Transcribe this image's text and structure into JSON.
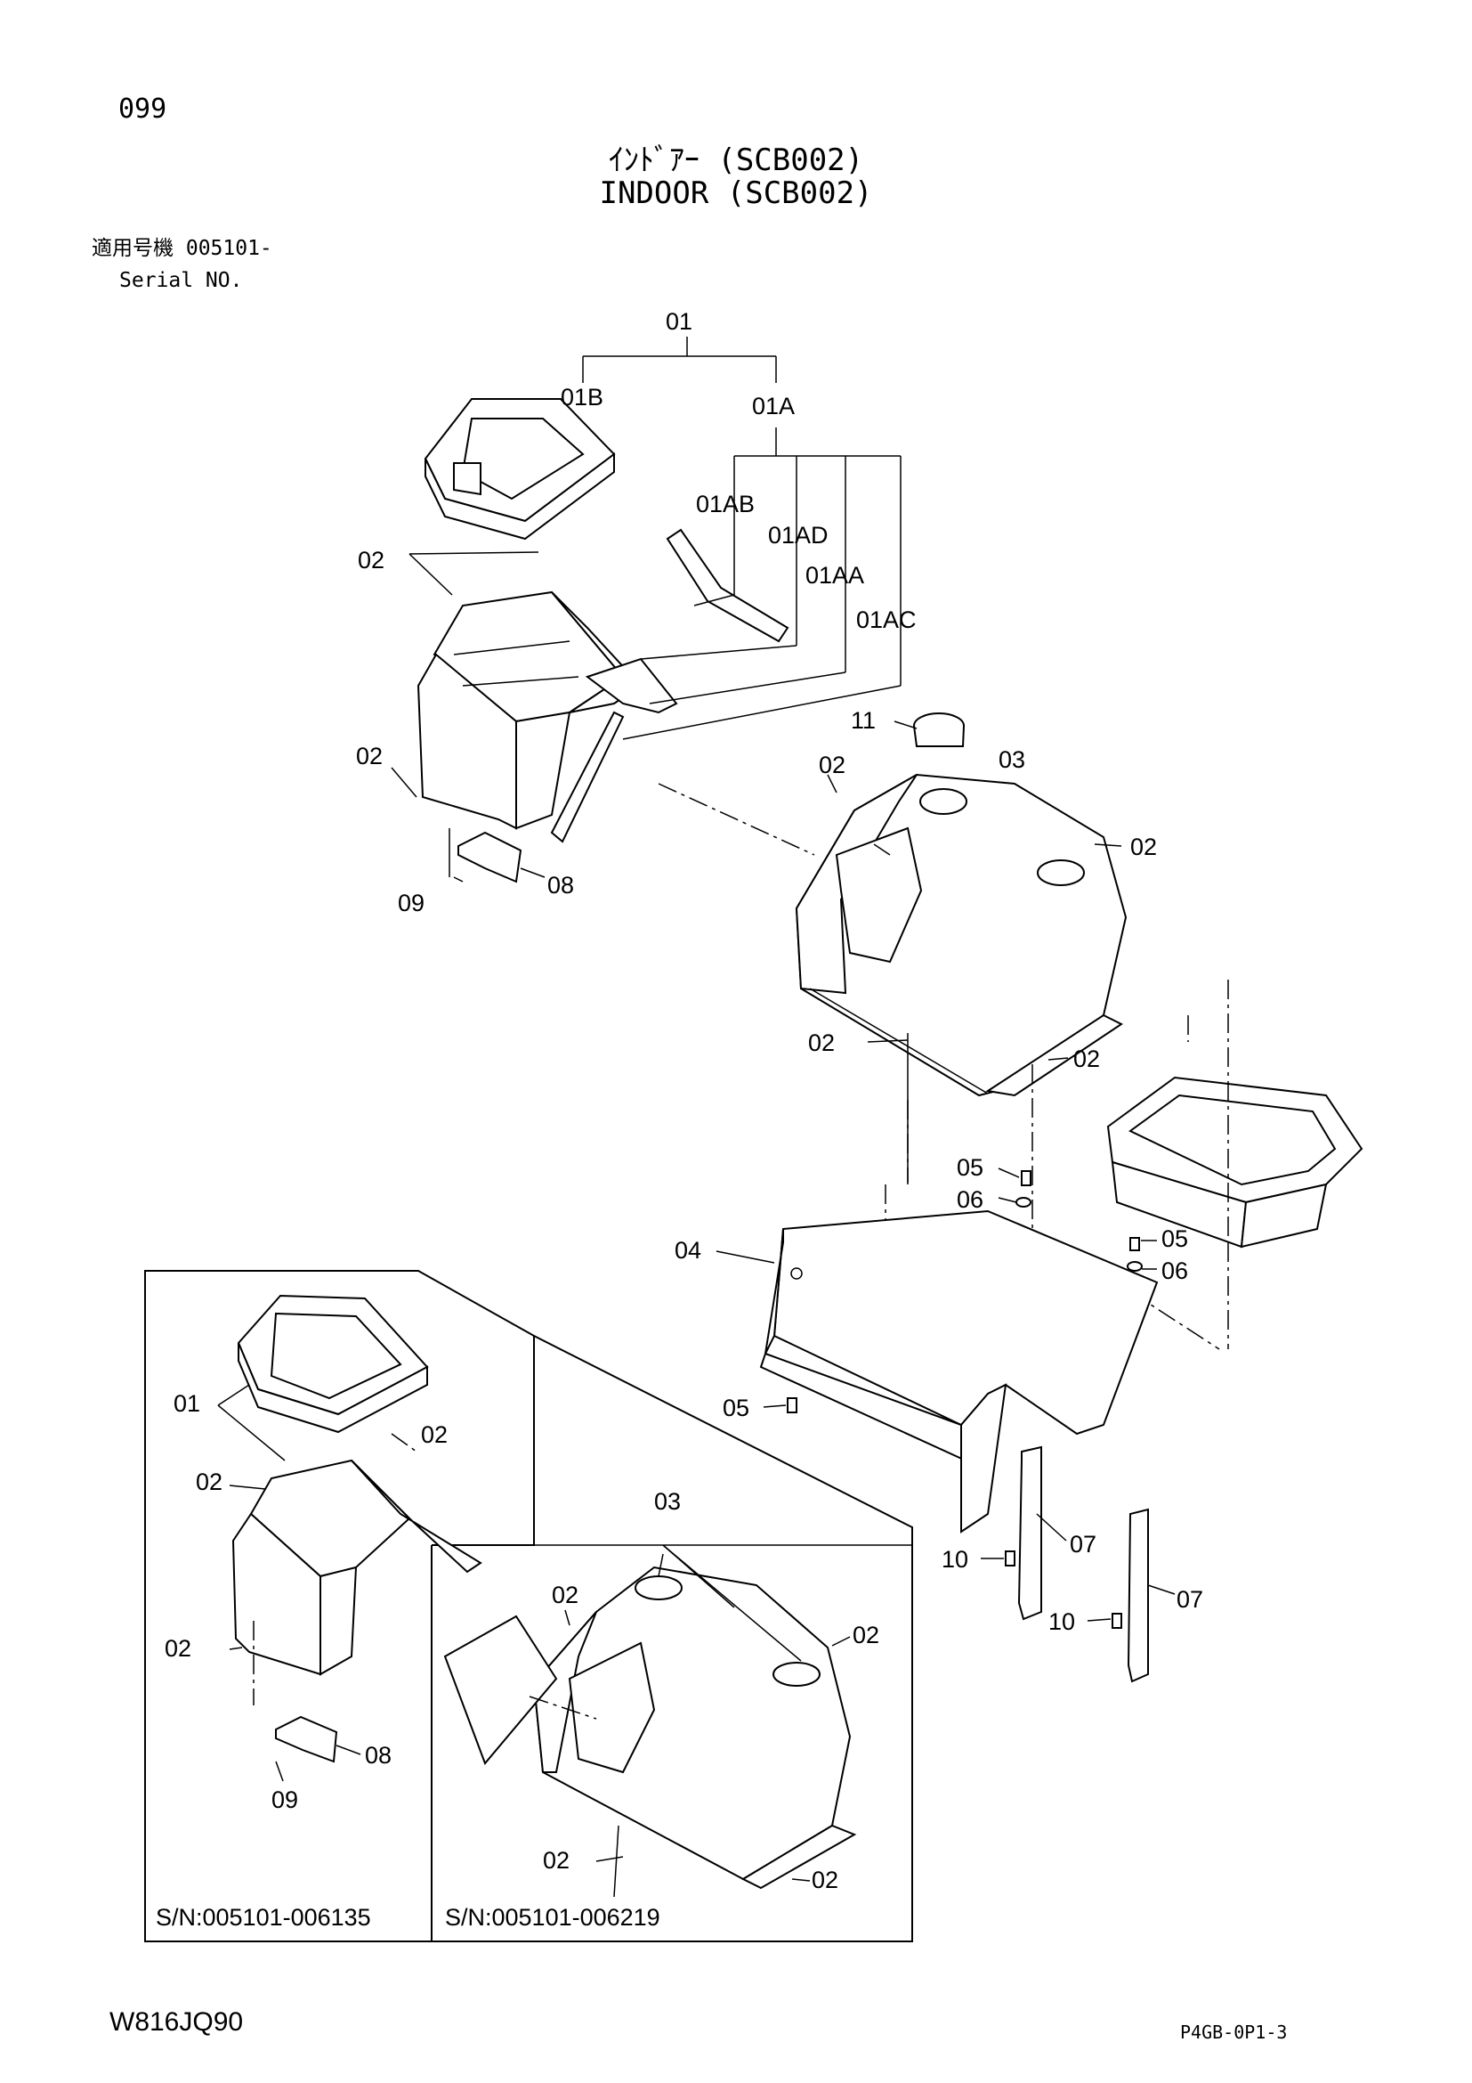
{
  "page": {
    "page_number": "099",
    "title_jp": "ｲﾝﾄﾞｱｰ (SCB002)",
    "title_en": "INDOOR (SCB002)",
    "serial_jp": "適用号機 005101-",
    "serial_en": "Serial NO.",
    "footer_left": "W816JQ90",
    "footer_right": "P4GB-0P1-3"
  },
  "callouts": {
    "c01": "01",
    "c01B": "01B",
    "c01A": "01A",
    "c01AB": "01AB",
    "c01AD": "01AD",
    "c01AA": "01AA",
    "c01AC": "01AC",
    "c02a": "02",
    "c02b": "02",
    "c02c": "02",
    "c02d": "02",
    "c02e": "02",
    "c02f": "02",
    "c11": "11",
    "c03": "03",
    "c08": "08",
    "c09": "09",
    "c05a": "05",
    "c06a": "06",
    "c05b": "05",
    "c06b": "06",
    "c04": "04",
    "c05c": "05",
    "c07a": "07",
    "c10a": "10",
    "c07b": "07",
    "c10b": "10"
  },
  "inset": {
    "left_serial": "S/N:005101-006135",
    "right_serial": "S/N:005101-006219",
    "callouts": {
      "c01": "01",
      "c02a": "02",
      "c02b": "02",
      "c02c": "02",
      "c08": "08",
      "c09": "09",
      "c03": "03",
      "c02d": "02",
      "c02e": "02",
      "c02f": "02",
      "c02g": "02"
    }
  }
}
